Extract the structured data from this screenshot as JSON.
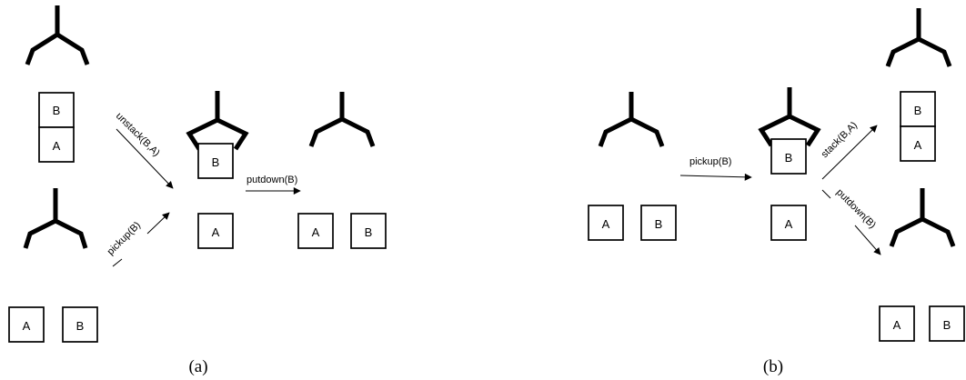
{
  "blocks": {
    "a": "A",
    "b": "B"
  },
  "actions": {
    "unstack": "unstack(B,A)",
    "pickup_a": "pickup(B)",
    "putdown_a": "putdown(B)",
    "pickup_b": "pickup(B)",
    "stack": "stack(B,A)",
    "putdown_b": "putdown(B)"
  },
  "captions": {
    "a": "(a)",
    "b": "(b)"
  }
}
